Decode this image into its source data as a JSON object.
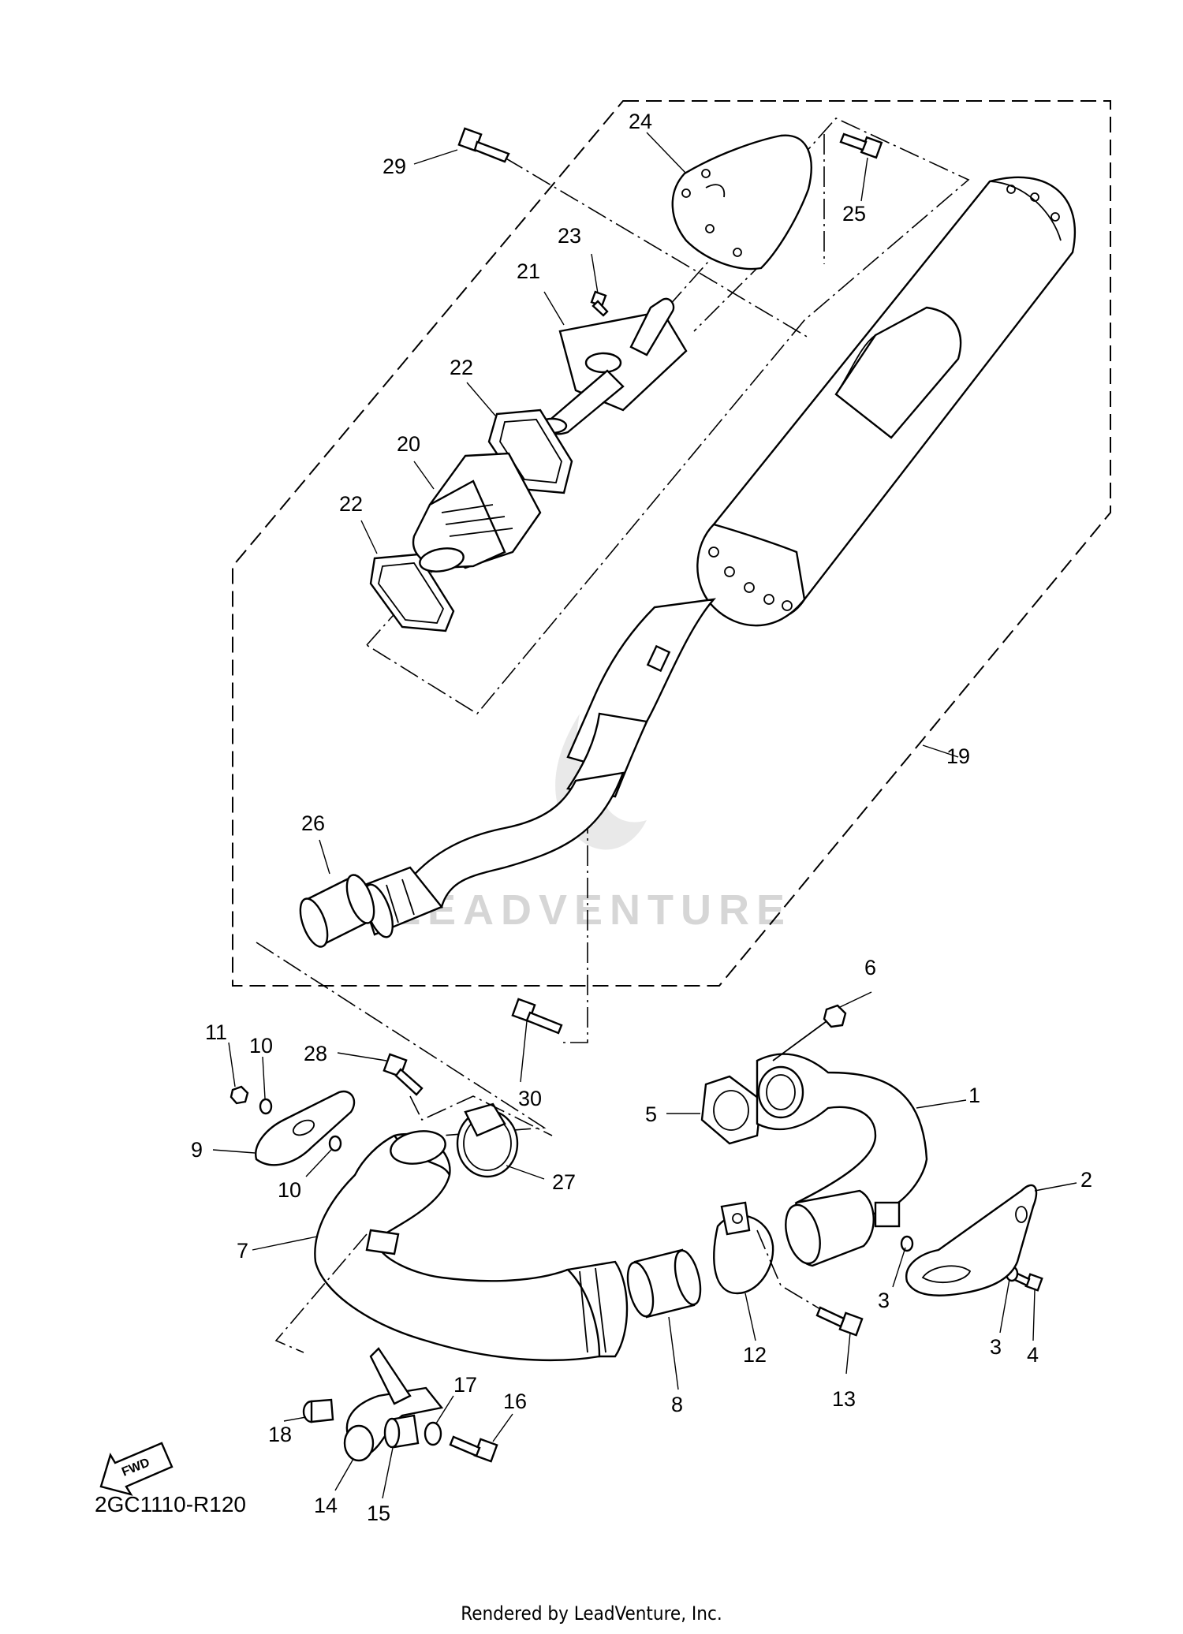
{
  "diagram": {
    "code": "2GC1110-R120",
    "credit": "Rendered by LeadVenture, Inc.",
    "watermark": "LEADVENTURE",
    "fwd_label": "FWD"
  },
  "callouts": {
    "c1": "1",
    "c2": "2",
    "c3a": "3",
    "c3b": "3",
    "c4": "4",
    "c5": "5",
    "c6": "6",
    "c7": "7",
    "c8": "8",
    "c9": "9",
    "c10a": "10",
    "c10b": "10",
    "c11": "11",
    "c12": "12",
    "c13": "13",
    "c14": "14",
    "c15": "15",
    "c16": "16",
    "c17": "17",
    "c18": "18",
    "c19": "19",
    "c20": "20",
    "c21": "21",
    "c22a": "22",
    "c22b": "22",
    "c23": "23",
    "c24": "24",
    "c25": "25",
    "c26": "26",
    "c27": "27",
    "c28": "28",
    "c29": "29",
    "c30": "30"
  }
}
